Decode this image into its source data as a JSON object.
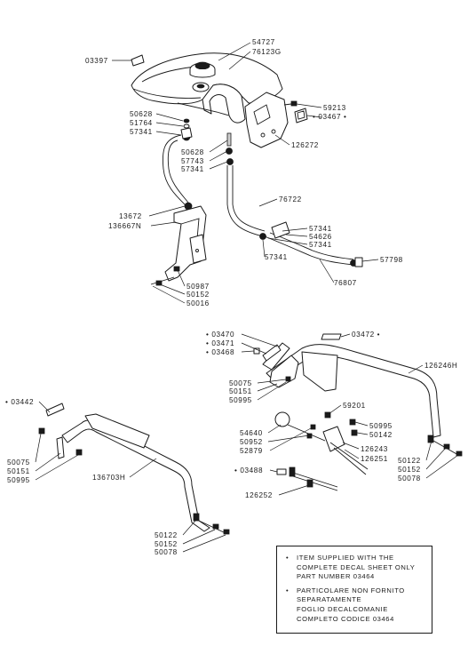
{
  "labels": {
    "l54727": "54727",
    "l76123g": "76123G",
    "l03397": "03397",
    "l59213": "59213",
    "l03467": "• 03467 •",
    "l50628a": "50628",
    "l51764": "51764",
    "l57341a": "57341",
    "l126272": "126272",
    "l50628b": "50628",
    "l57743": "57743",
    "l57341b": "57341",
    "l76722": "76722",
    "l13672": "13672",
    "l136667n": "136667N",
    "l57341c": "57341",
    "l54626": "54626",
    "l57341d": "57341",
    "l57341e": "57341",
    "l57798": "57798",
    "l76807": "76807",
    "l50987": "50987",
    "l50152a": "50152",
    "l50016": "50016",
    "l03470": "• 03470",
    "l03471": "• 03471",
    "l03468": "• 03468",
    "l03472": "03472 •",
    "l126246h": "126246H",
    "l50075a": "50075",
    "l50151a": "50151",
    "l50995a": "50995",
    "l59201": "59201",
    "l50995b": "50995",
    "l50142": "50142",
    "l54640": "54640",
    "l50952": "50952",
    "l126243": "126243",
    "l52879": "52879",
    "l126251": "126251",
    "l03488": "• 03488",
    "l126252": "126252",
    "l50122a": "50122",
    "l50152b": "50152",
    "l50078a": "50078",
    "l03442": "• 03442",
    "l50075b": "50075",
    "l50151b": "50151",
    "l50995c": "50995",
    "l136703h": "136703H",
    "l50122b": "50122",
    "l50152c": "50152",
    "l50078b": "50078"
  },
  "note": {
    "bullet": "•",
    "en_line1": "ITEM SUPPLIED WITH THE",
    "en_line2": "COMPLETE DECAL SHEET ONLY",
    "en_line3": "PART NUMBER 03464",
    "it_line1": "PARTICOLARE NON FORNITO",
    "it_line2": "SEPARATAMENTE",
    "it_line3": "FOGLIO DECALCOMANIE",
    "it_line4": "COMPLETO CODICE 03464"
  }
}
